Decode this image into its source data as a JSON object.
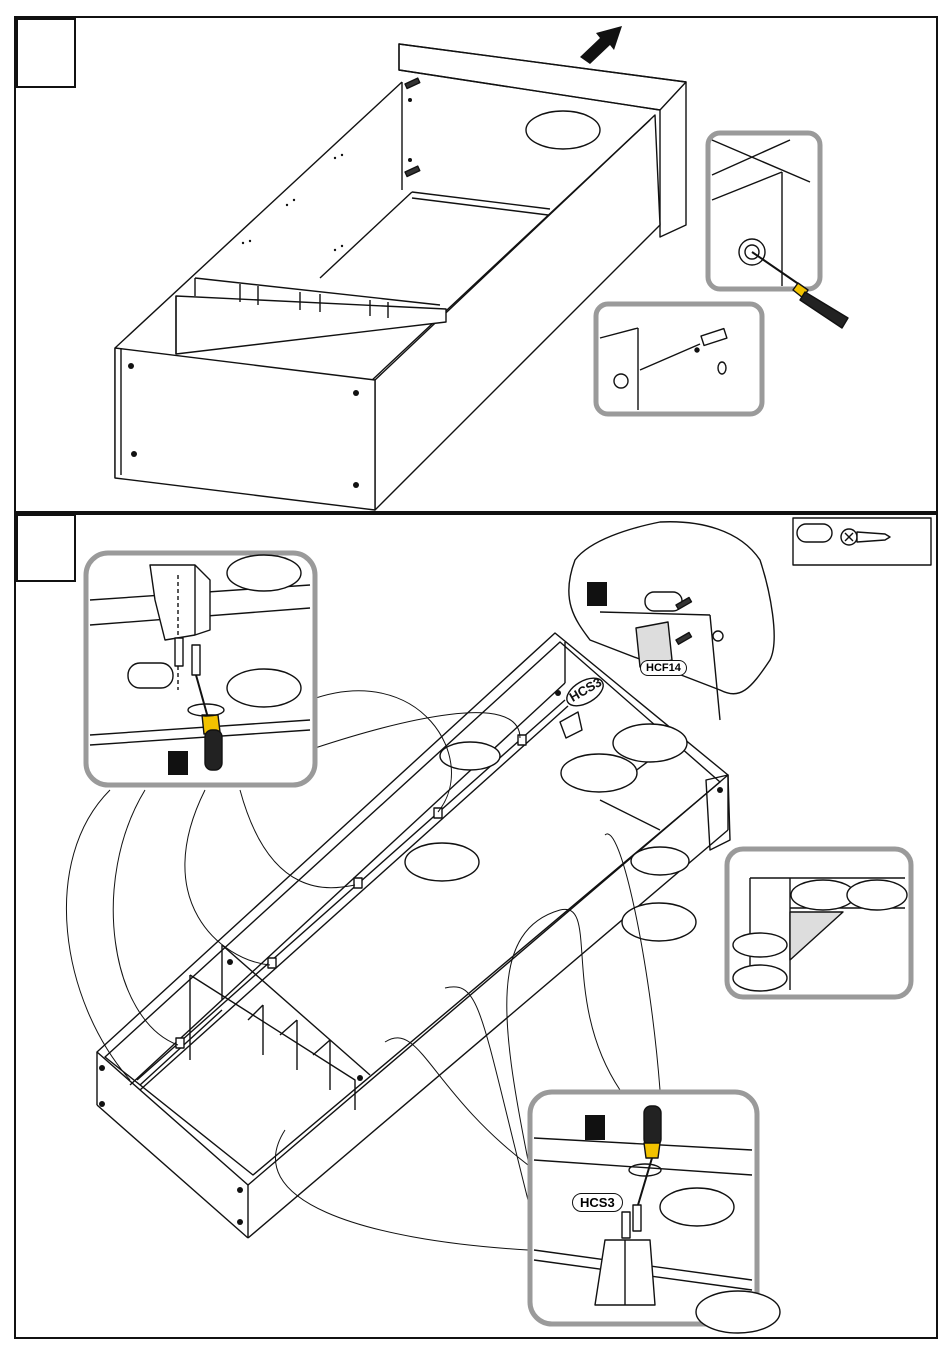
{
  "steps": [
    {
      "step_box": "",
      "callouts": [
        "",
        "",
        ""
      ]
    },
    {
      "step_box": "",
      "legend_box": ""
    }
  ],
  "parts": {
    "hcs3_a": "HCS3",
    "hcs3_b": "HCS3",
    "hcf14": "HCF14"
  },
  "colors": {
    "line": "#111111",
    "callout_frame": "#9a9a9a",
    "handle": "#222222",
    "handle_band": "#f2c200"
  },
  "icons": [
    "arrow-icon",
    "screwdriver-icon",
    "screw-icon",
    "wooden-dowel-icon",
    "cam-lock-icon",
    "bracket-icon"
  ]
}
